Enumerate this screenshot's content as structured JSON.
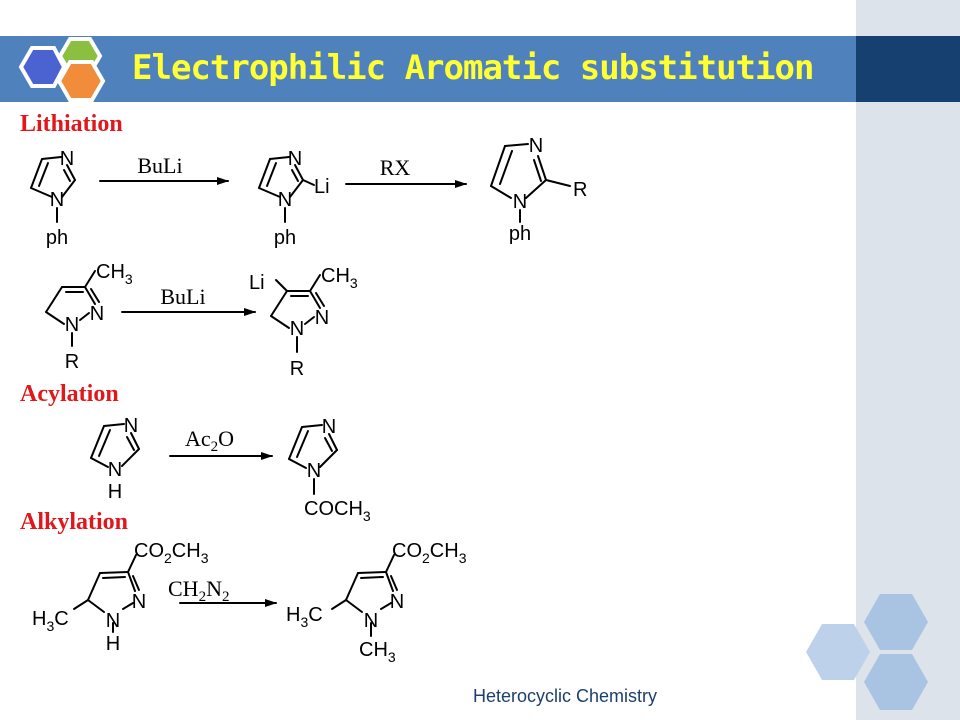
{
  "header": {
    "title": "Electrophilic  Aromatic  substitution"
  },
  "sections": {
    "lithiation": "Lithiation",
    "acylation": "Acylation",
    "alkylation": "Alkylation"
  },
  "reagents": {
    "buli_1": "BuLi",
    "rx": "RX",
    "buli_2": "BuLi",
    "ac2o": "Ac",
    "ch2n2": "CH"
  },
  "labels": {
    "n": "N",
    "ph": "ph",
    "li": "Li",
    "r": "R",
    "ch": "CH",
    "co": "CO",
    "h": "H",
    "coch": "COCH",
    "h3c": "H",
    "sub_2": "2",
    "sub_3": "3",
    "o": "O",
    "c": "C"
  },
  "footer": {
    "text": "Heterocyclic Chemistry"
  },
  "colors": {
    "header_bar": "#4f81bd",
    "header_dark": "#16406f",
    "title": "#ffff33",
    "section_heading": "#e0171b",
    "sidebar": "#dde3ea",
    "footer_text": "#1b3f6e"
  }
}
